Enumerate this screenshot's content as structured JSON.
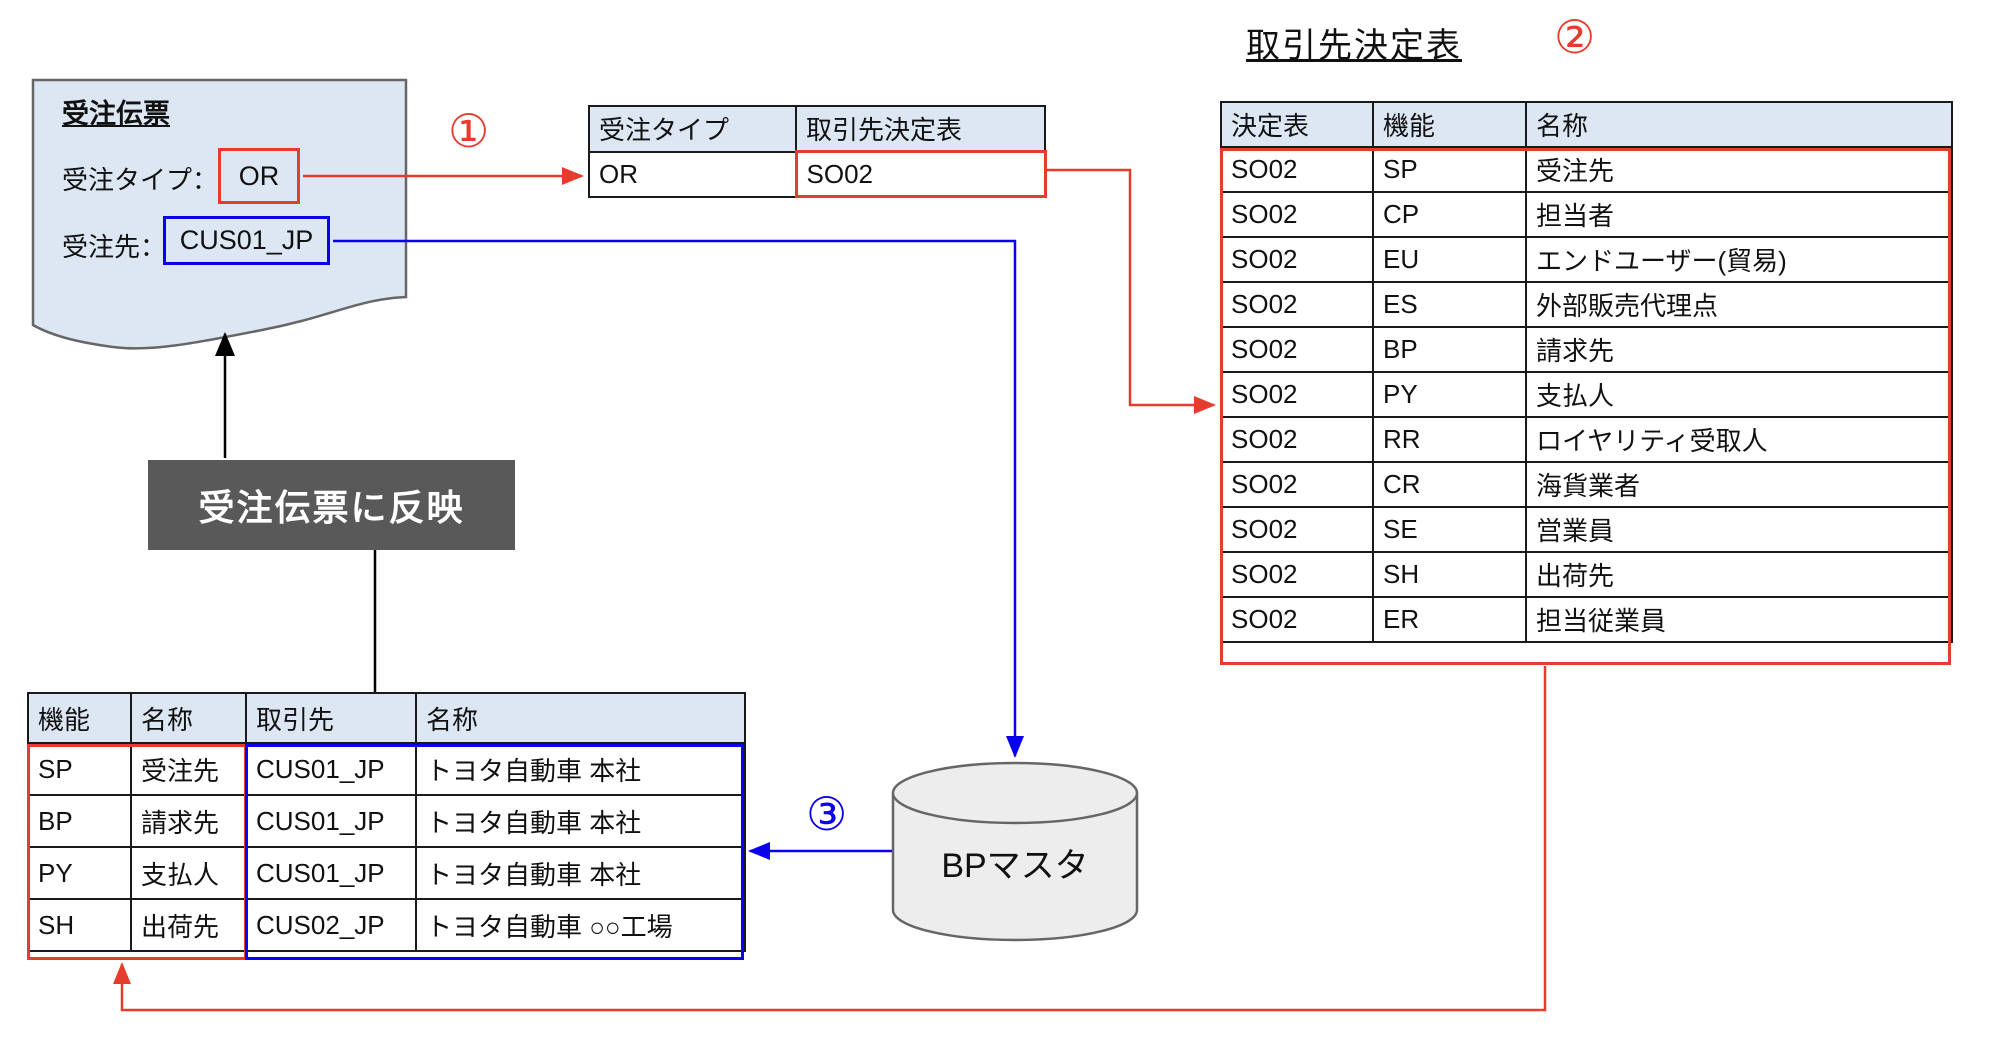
{
  "document": {
    "title": "受注伝票",
    "order_type_label": "受注タイプ：",
    "order_type_value": "OR",
    "sold_to_label": "受注先：",
    "sold_to_value": "CUS01_JP"
  },
  "mapping_table": {
    "headers": [
      "受注タイプ",
      "取引先決定表"
    ],
    "row": {
      "order_type": "OR",
      "determination_table": "SO02"
    }
  },
  "determination_table": {
    "title": "取引先決定表",
    "headers": [
      "決定表",
      "機能",
      "名称"
    ],
    "rows": [
      [
        "SO02",
        "SP",
        "受注先"
      ],
      [
        "SO02",
        "CP",
        "担当者"
      ],
      [
        "SO02",
        "EU",
        "エンドユーザー(貿易)"
      ],
      [
        "SO02",
        "ES",
        "外部販売代理点"
      ],
      [
        "SO02",
        "BP",
        "請求先"
      ],
      [
        "SO02",
        "PY",
        "支払人"
      ],
      [
        "SO02",
        "RR",
        "ロイヤリティ受取人"
      ],
      [
        "SO02",
        "CR",
        "海貨業者"
      ],
      [
        "SO02",
        "SE",
        "営業員"
      ],
      [
        "SO02",
        "SH",
        "出荷先"
      ],
      [
        "SO02",
        "ER",
        "担当従業員"
      ]
    ]
  },
  "result_table": {
    "headers": [
      "機能",
      "名称",
      "取引先",
      "名称"
    ],
    "rows": [
      [
        "SP",
        "受注先",
        "CUS01_JP",
        "トヨタ自動車 本社"
      ],
      [
        "BP",
        "請求先",
        "CUS01_JP",
        "トヨタ自動車 本社"
      ],
      [
        "PY",
        "支払人",
        "CUS01_JP",
        "トヨタ自動車 本社"
      ],
      [
        "SH",
        "出荷先",
        "CUS02_JP",
        "トヨタ自動車 ○○工場"
      ]
    ]
  },
  "reflect_box": {
    "label": "受注伝票に反映"
  },
  "bp_master": {
    "label": "BPマスタ"
  },
  "steps": {
    "step1": "①",
    "step2": "②",
    "step3": "③"
  },
  "colors": {
    "red_accent": "#e63c2d",
    "blue_accent": "#0b00ee",
    "header_fill": "#dce7f3",
    "document_fill": "#dce7f3",
    "reflect_box_fill": "#595959",
    "cylinder_fill": "#ededed"
  }
}
